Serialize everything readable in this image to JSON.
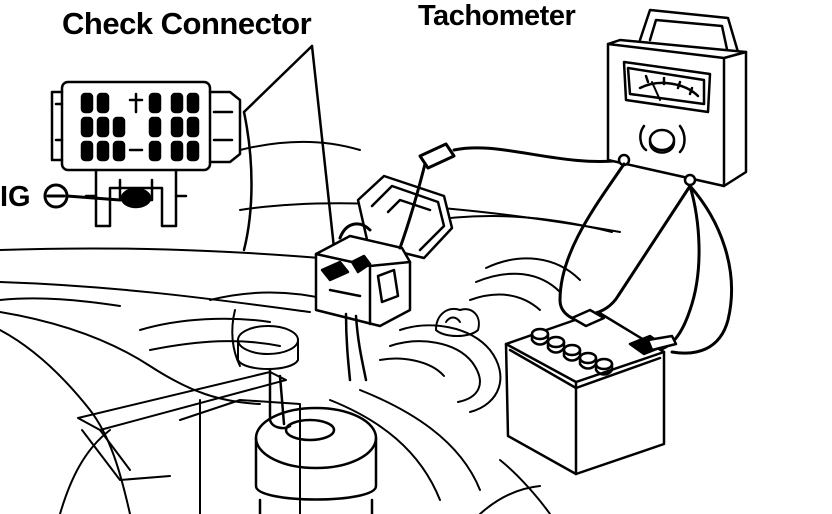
{
  "labels": {
    "check_connector": "Check Connector",
    "tachometer": "Tachometer",
    "ig_minus": "IG"
  },
  "icons": {
    "ig_terminal": "minus-circle-icon"
  },
  "colors": {
    "ink": "#000000",
    "paper": "#ffffff"
  }
}
